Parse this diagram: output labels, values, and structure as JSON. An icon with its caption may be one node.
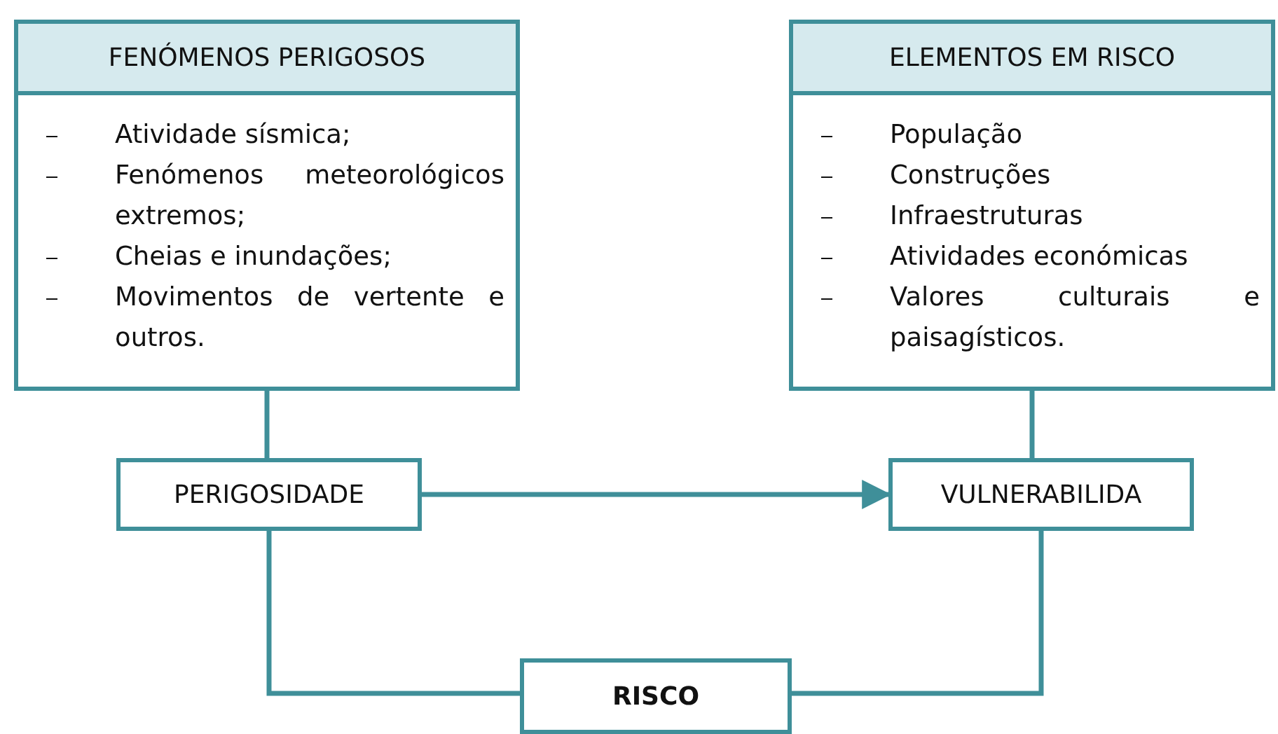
{
  "diagram": {
    "nodes": [
      {
        "text": [
          "FENÓMENOS PERIGOSOS",
          "Atividade sísmica;",
          "Fenómenos meteorológicos extremos;",
          "Cheias e inundações;",
          "Movimentos de vertente e outros."
        ]
      },
      {
        "text": [
          "ELEMENTOS EM RISCO",
          "População",
          "Construções",
          "Infraestruturas",
          "Atividades económicas",
          "Valores culturais e paisagísticos."
        ]
      },
      {
        "text": [
          "PERIGOSIDADE"
        ]
      },
      {
        "text": [
          "VULNERABILIDA"
        ]
      },
      {
        "text": [
          "RISCO"
        ]
      }
    ],
    "edges": [
      {
        "from": 0,
        "to": 2,
        "arrow": "none"
      },
      {
        "from": 1,
        "to": 3,
        "arrow": "none"
      },
      {
        "from": 2,
        "to": 3,
        "arrow": "to"
      },
      {
        "from": 2,
        "to": 4,
        "arrow": "none"
      },
      {
        "from": 3,
        "to": 4,
        "arrow": "none"
      }
    ]
  }
}
